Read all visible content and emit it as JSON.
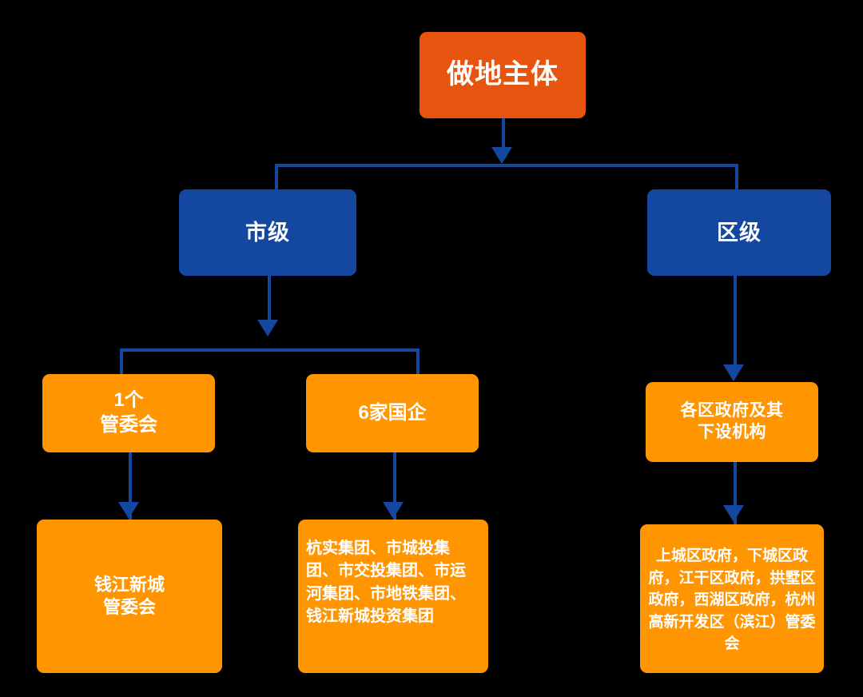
{
  "diagram": {
    "title_text": "做地主体",
    "background_color": "#000000",
    "colors": {
      "root_box": "#E7540F",
      "level_box": "#14479F",
      "leaf_box": "#FE9501",
      "connector": "#14479F",
      "text": "#FFFFFF"
    },
    "nodes": {
      "root": "做地主体",
      "city_level": "市级",
      "district_level": "区级",
      "one_committee": "1个\n管委会",
      "six_soes": "6家国企",
      "district_govs": "各区政府及其\n下设机构",
      "qianjiang_committee": "钱江新城\n管委会",
      "soe_list": "杭实集团、市城投集团、市交投集团、市运河集团、市地铁集团、钱江新城投资集团",
      "district_list": "上城区政府，下城区政府，江干区政府，拱墅区政府，西湖区政府，杭州高新开发区（滨江）管委会"
    },
    "edges": [
      {
        "from": "root",
        "to": "city_level"
      },
      {
        "from": "root",
        "to": "district_level"
      },
      {
        "from": "city_level",
        "to": "one_committee"
      },
      {
        "from": "city_level",
        "to": "six_soes"
      },
      {
        "from": "district_level",
        "to": "district_govs"
      },
      {
        "from": "one_committee",
        "to": "qianjiang_committee"
      },
      {
        "from": "six_soes",
        "to": "soe_list"
      },
      {
        "from": "district_govs",
        "to": "district_list"
      }
    ]
  }
}
